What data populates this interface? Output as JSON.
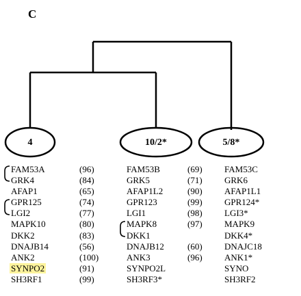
{
  "panel_label": "C",
  "nodes": [
    {
      "label": "4"
    },
    {
      "label": "10/2*"
    },
    {
      "label": "5/8*"
    }
  ],
  "columns": [
    {
      "genes": [
        "FAM53A",
        "GRK4",
        "AFAP1",
        "GPR125",
        "LGI2",
        "MAPK10",
        "DKK2",
        "DNAJB14",
        "ANK2",
        "SYNPO2",
        "SH3RF1"
      ],
      "scores": [
        "(96)",
        "(84)",
        "(65)",
        "(74)",
        "(77)",
        "(80)",
        "(83)",
        "(56)",
        "(100)",
        "(91)",
        "(99)"
      ]
    },
    {
      "genes": [
        "FAM53B",
        "GRK5",
        "AFAP1L2",
        "GPR123",
        "LGI1",
        "MAPK8",
        "DKK1",
        "DNAJB12",
        "ANK3",
        "SYNPO2L",
        "SH3RF3*"
      ],
      "scores": [
        "(69)",
        "(71)",
        "(90)",
        "(99)",
        "(98)",
        "(97)",
        "",
        "(60)",
        "(96)",
        "",
        ""
      ]
    },
    {
      "genes": [
        "FAM53C",
        "GRK6",
        "AFAP1L1",
        "GPR124*",
        "LGI3*",
        "MAPK9",
        "DKK4*",
        "DNAJC18",
        "ANK1*",
        "SYNO",
        "SH3RF2"
      ]
    }
  ],
  "highlighted_gene": "SYNPO2",
  "colors": {
    "highlight": "#fdf39c",
    "line": "#000000"
  }
}
